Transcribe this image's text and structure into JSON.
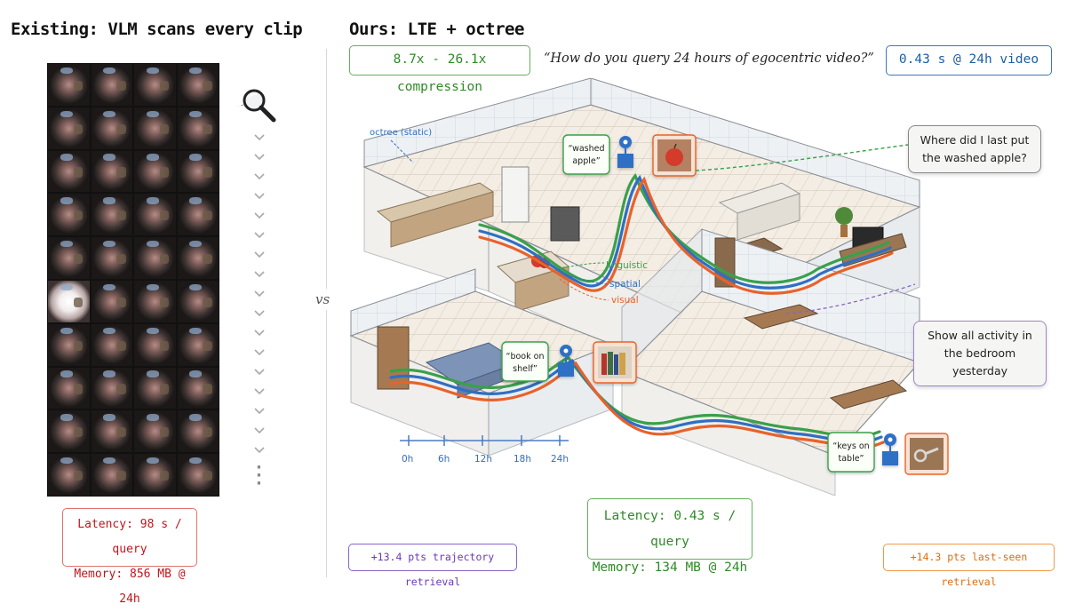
{
  "left": {
    "title": "Existing: VLM scans every clip",
    "latency": "Latency: 98 s / query",
    "memory": "Memory: 856 MB @ 24h"
  },
  "divider_label": "vs",
  "right": {
    "title": "Ours: LTE + octree",
    "compression": "8.7x - 26.1x compression",
    "question": "“How do you query 24 hours of egocentric video?”",
    "speed": "0.43 s @ 24h video",
    "octree_label": "octree (static)",
    "legend": {
      "linguistic": "linguistic",
      "spatial": "spatial",
      "visual": "visual"
    },
    "callouts": {
      "apple": [
        "“washed",
        "apple”"
      ],
      "book": [
        "“book on",
        "shelf”"
      ],
      "keys": [
        "“keys on",
        "table”"
      ]
    },
    "query_apple": [
      "Where did I last put",
      "the washed apple?"
    ],
    "query_bedroom": [
      "Show all activity in",
      "the bedroom yesterday"
    ],
    "timeline_ticks": [
      "0h",
      "6h",
      "12h",
      "18h",
      "24h"
    ],
    "latency": "Latency: 0.43 s / query",
    "memory": "Memory: 134 MB @ 24h",
    "trajectory": "+13.4 pts trajectory retrieval",
    "last_seen": "+14.3 pts last-seen retrieval"
  },
  "colors": {
    "linguistic": "#3aa04a",
    "spatial": "#2f6fc4",
    "visual": "#e8622a",
    "accent_red": "#c0161c",
    "accent_green": "#2f8a27",
    "accent_blue": "#1c5ea8",
    "accent_purple": "#6b37ba",
    "accent_orange": "#dc6d10"
  },
  "icons": [
    "search-icon",
    "chevron-down-icon",
    "location-pin-icon",
    "apple-icon",
    "books-icon",
    "keys-icon"
  ]
}
